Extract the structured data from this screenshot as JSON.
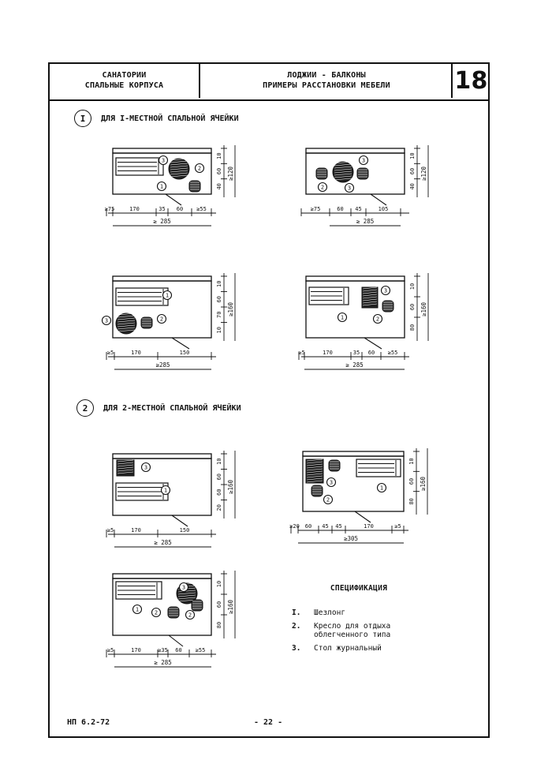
{
  "header": {
    "left_line1": "САНАТОРИИ",
    "left_line2": "СПАЛЬНЫЕ КОРПУСА",
    "mid_line1": "ЛОДЖИИ - БАЛКОНЫ",
    "mid_line2": "ПРИМЕРЫ РАССТАНОВКИ МЕБЕЛИ",
    "sheet_number": "18"
  },
  "sections": [
    {
      "num": "I",
      "title": "ДЛЯ I-МЕСТНОЙ СПАЛЬНОЙ ЯЧЕЙКИ"
    },
    {
      "num": "2",
      "title": "ДЛЯ 2-МЕСТНОЙ СПАЛЬНОЙ ЯЧЕЙКИ"
    }
  ],
  "plans": [
    {
      "dims_bottom": [
        "≥75",
        "170",
        "35",
        "60",
        "≥55"
      ],
      "total": "≥ 285",
      "dims_right": [
        "10",
        "60",
        "40"
      ],
      "total_right": "≥120"
    },
    {
      "dims_bottom": [
        "≥75",
        "60",
        "45",
        "105"
      ],
      "total": "≥ 285",
      "dims_right": [
        "10",
        "60",
        "40"
      ],
      "total_right": "≥120"
    },
    {
      "dims_bottom": [
        "≥5",
        "170",
        "150"
      ],
      "total": "≥285",
      "dims_right": [
        "10",
        "60",
        "70",
        "10"
      ],
      "total_right": "≥160"
    },
    {
      "dims_bottom": [
        "≥5",
        "170",
        "35",
        "60",
        "≥55"
      ],
      "total": "≥ 285",
      "dims_right": [
        "10",
        "60",
        "80"
      ],
      "total_right": "≥160"
    },
    {
      "dims_bottom": [
        "≥5",
        "170",
        "150"
      ],
      "total": "≥ 285",
      "dims_right": [
        "10",
        "60",
        "60",
        "20"
      ],
      "total_right": "≥160"
    },
    {
      "dims_bottom": [
        "≥20",
        "60",
        "45",
        "45",
        "170",
        "≥5"
      ],
      "total": "≥305",
      "dims_right": [
        "10",
        "60",
        "80"
      ],
      "total_right": "≥160"
    },
    {
      "dims_bottom": [
        "≥5",
        "170",
        "≥35",
        "60",
        "≥55"
      ],
      "total": "≥ 285",
      "dims_right": [
        "10",
        "60",
        "80"
      ],
      "total_right": "≥160"
    }
  ],
  "specification": {
    "title": "СПЕЦИФИКАЦИЯ",
    "items": [
      {
        "n": "I.",
        "text": "Шезлонг"
      },
      {
        "n": "2.",
        "text": "Кресло для отдыха облегченного типа"
      },
      {
        "n": "3.",
        "text": "Стол журнальный"
      }
    ]
  },
  "footer": {
    "code": "НП 6.2-72",
    "page": "- 22 -"
  }
}
